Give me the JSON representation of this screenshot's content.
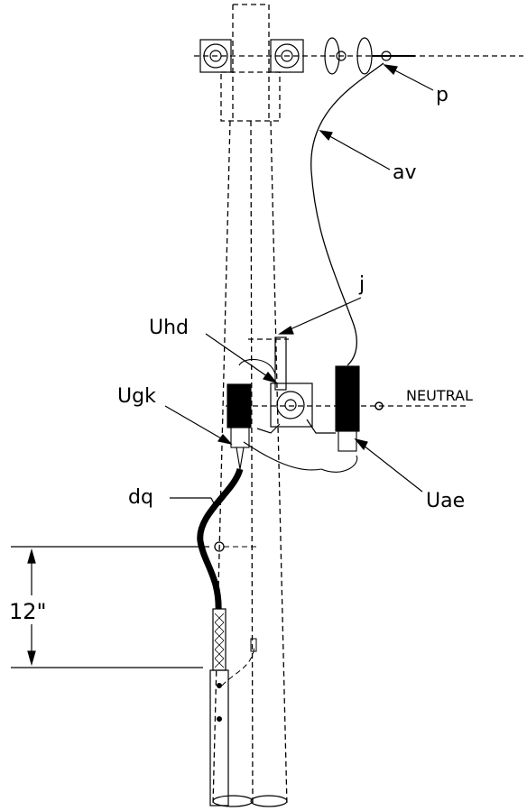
{
  "labels": {
    "p": "p",
    "av": "av",
    "j": "j",
    "uhd": "Uhd",
    "ugk": "Ugk",
    "neutral": "NEUTRAL",
    "uae": "Uae",
    "dq": "dq",
    "dimension": "12\""
  },
  "colors": {
    "ink": "#000000",
    "background": "#ffffff"
  }
}
